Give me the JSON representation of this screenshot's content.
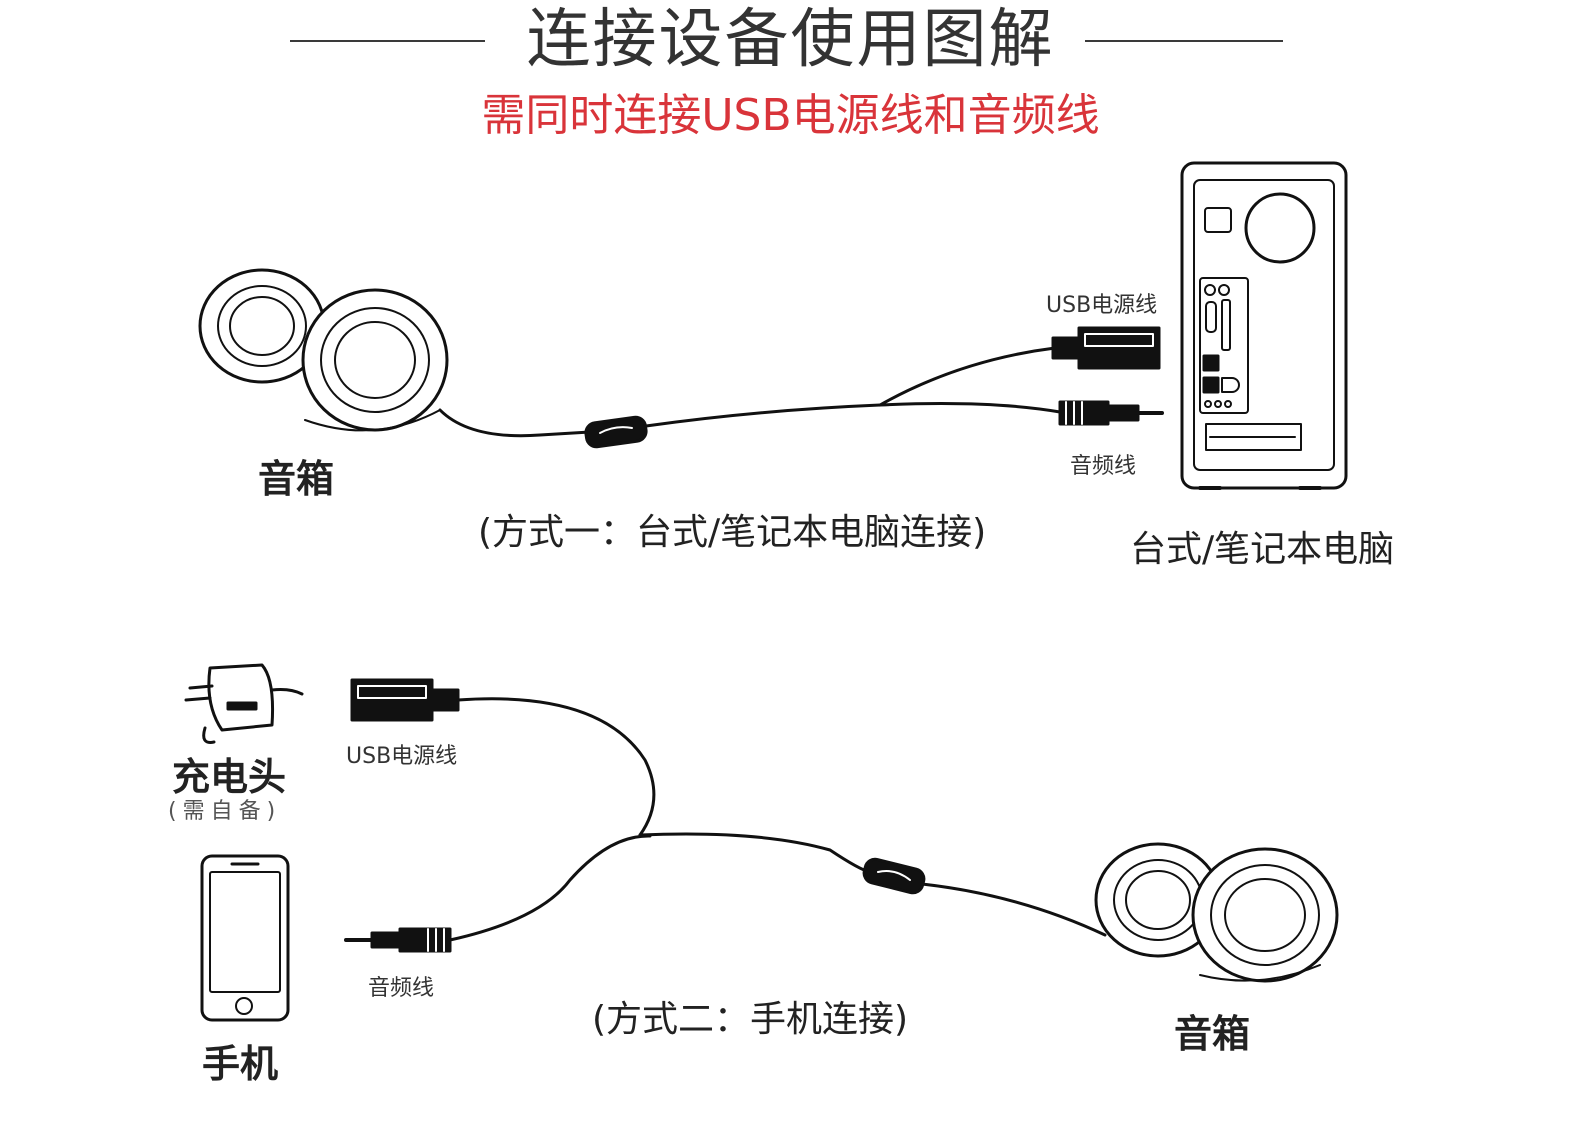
{
  "header": {
    "title": "连接设备使用图解",
    "subtitle": "需同时连接USB电源线和音频线",
    "accent_color": "#d9343a"
  },
  "method_one": {
    "speaker_label": "音箱",
    "usb_label": "USB电源线",
    "audio_label": "音频线",
    "caption": "(方式一：台式/笔记本电脑连接)",
    "computer_label": "台式/笔记本电脑"
  },
  "method_two": {
    "charger_label": "充电头",
    "charger_note": "(需自备)",
    "usb_label": "USB电源线",
    "audio_label": "音频线",
    "phone_label": "手机",
    "caption": "(方式二：手机连接)",
    "speaker_label": "音箱"
  },
  "icons": [
    "speaker-icon",
    "usb-plug-icon",
    "audio-jack-icon",
    "computer-tower-icon",
    "charger-icon",
    "phone-icon",
    "inline-switch-icon"
  ]
}
